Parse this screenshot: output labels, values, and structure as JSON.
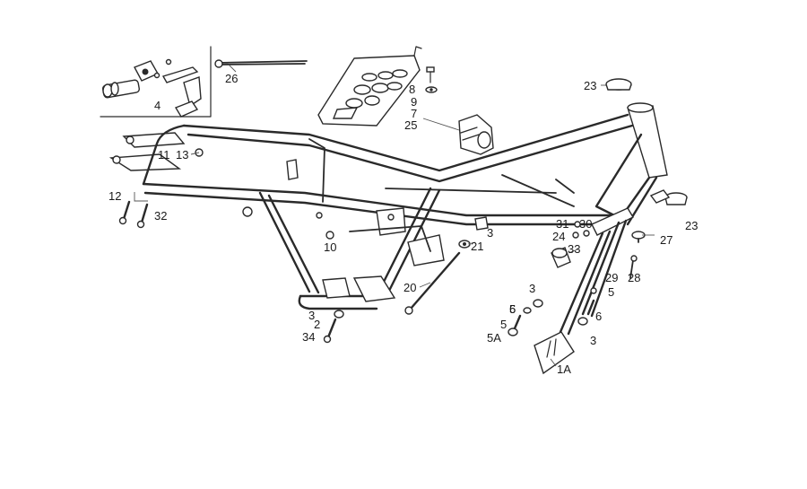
{
  "diagram": {
    "colors": {
      "ink": "#2a2a2a",
      "background": "#ffffff"
    },
    "callouts": [
      "26",
      "4",
      "23",
      "8",
      "9",
      "7",
      "25",
      "11",
      "13",
      "12",
      "32",
      "3",
      "10",
      "21",
      "31",
      "30",
      "24",
      "33",
      "23",
      "27",
      "29",
      "28",
      "20",
      "5",
      "6",
      "3",
      "5",
      "6",
      "2",
      "34",
      "5",
      "5A",
      "3",
      "1A"
    ]
  }
}
